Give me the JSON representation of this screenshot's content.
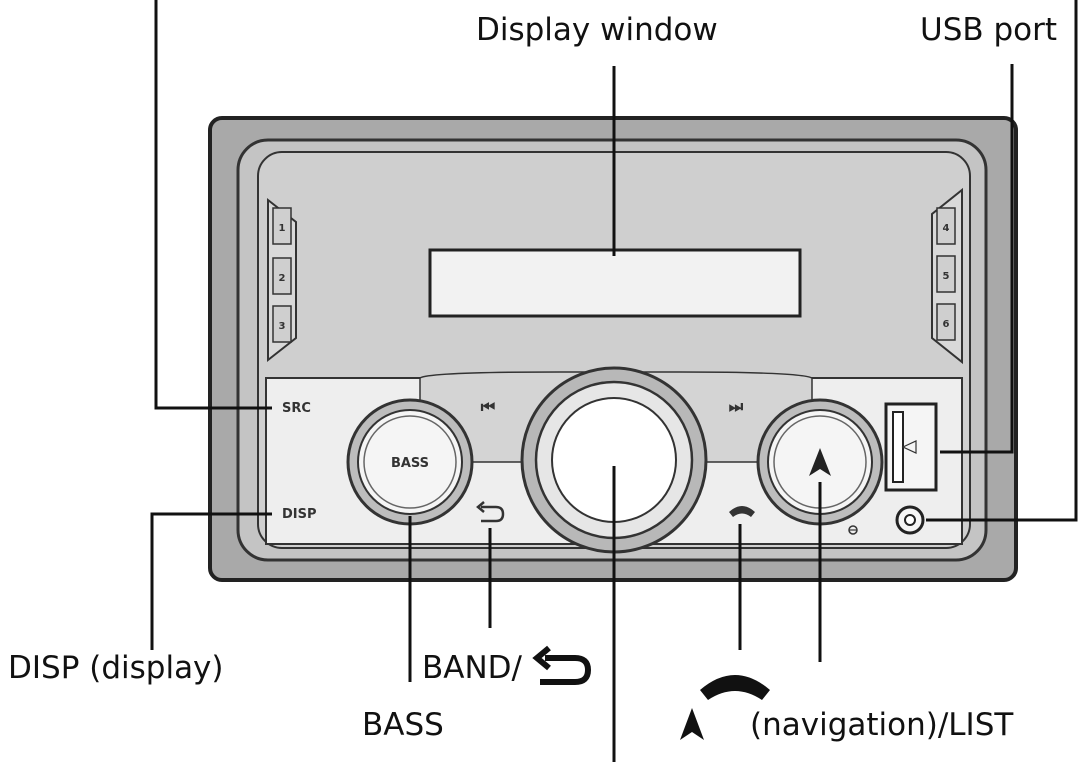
{
  "callouts": {
    "display_window": "Display window",
    "usb_port": "USB port",
    "disp": "DISP (display)",
    "band": "BAND/",
    "bass": "BASS",
    "navigation": "(navigation)/LIST"
  },
  "panel": {
    "src_label": "SRC",
    "disp_label": "DISP",
    "bass_knob_label": "BASS",
    "prev_track": "⏮",
    "next_track": "⏭",
    "preset_left": [
      "1",
      "2",
      "3"
    ],
    "preset_right": [
      "4",
      "5",
      "6"
    ]
  },
  "colors": {
    "frame": "#a9a9a9",
    "panel": "#cfcfcf",
    "strip": "#eeeeee",
    "display": "#f2f2f2",
    "line": "#111111"
  },
  "icons": [
    "back-arrow-icon",
    "phone-icon",
    "navigation-arrow-icon",
    "usb-icon",
    "aux-jack-icon"
  ]
}
